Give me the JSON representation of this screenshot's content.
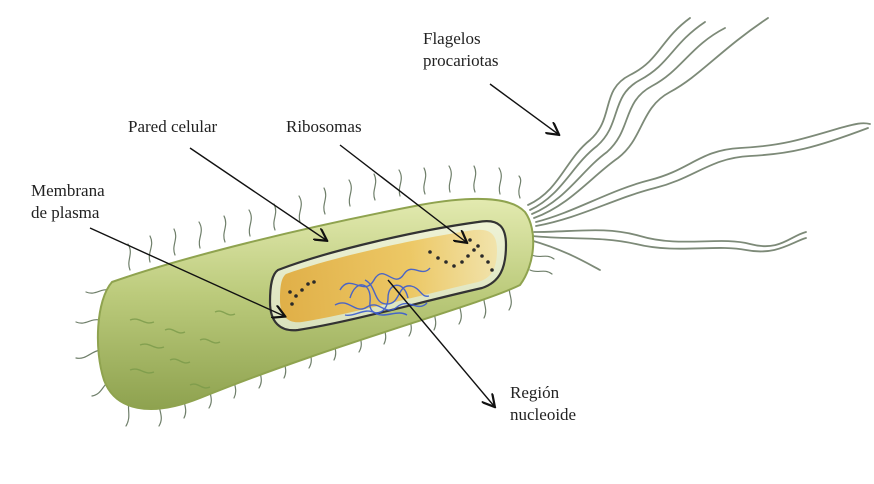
{
  "labels": {
    "flagella": {
      "line1": "Flagelos",
      "line2": "procariotas"
    },
    "cell_wall": "Pared celular",
    "ribosomes": "Ribosomas",
    "plasma_membrane": {
      "line1": "Membrana",
      "line2": "de plasma"
    },
    "nucleoid": {
      "line1": "Región",
      "line2": "nucleoide"
    }
  },
  "colors": {
    "cell_body": "#b9c97a",
    "cell_highlight": "#dfe7a8",
    "cell_shadow": "#8fa34f",
    "pili": "#6f7f6a",
    "flagella": "#7d8a78",
    "membrane_outline": "#333333",
    "cytoplasm": "#e6b84a",
    "nucleoid_dna": "#3a5bd0",
    "ribosome": "#2a2a2a",
    "arrow": "#111111"
  }
}
